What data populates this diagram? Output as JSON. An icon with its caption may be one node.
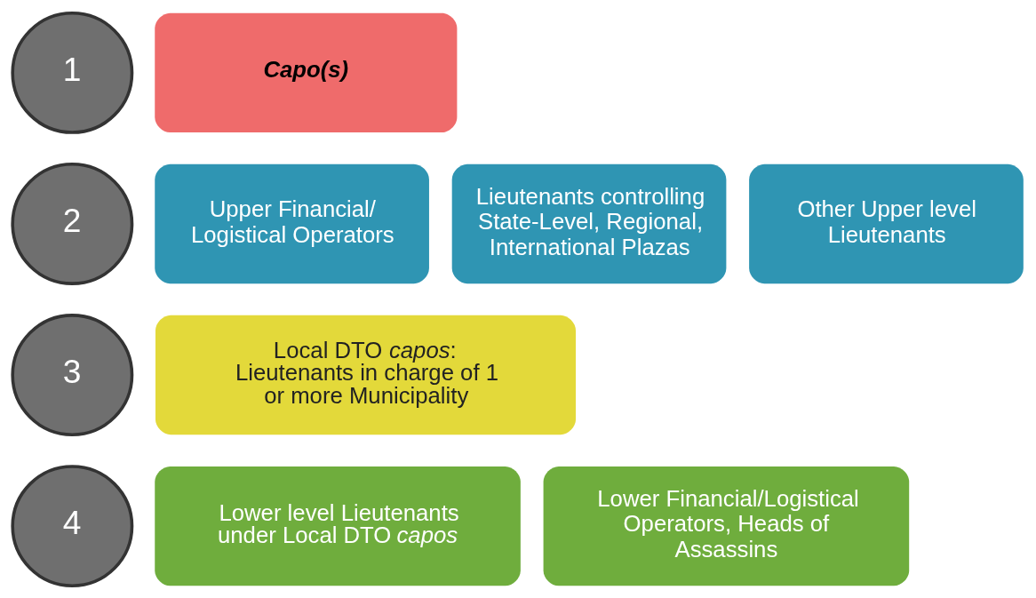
{
  "diagram": {
    "nodes": [
      {
        "text": [
          "1"
        ]
      },
      {
        "text": [
          "Capo(s)"
        ]
      },
      {
        "text": [
          "2"
        ]
      },
      {
        "text": [
          "Upper Financial/ Logistical Operators"
        ]
      },
      {
        "text": [
          "Lieutenants controlling State-Level, Regional, International Plazas"
        ]
      },
      {
        "text": [
          "Other Upper level Lieutenants"
        ]
      },
      {
        "text": [
          "3"
        ]
      },
      {
        "text": [
          "Local DTO *capos*: Lieutenants in charge of 1 or more Municipality"
        ]
      },
      {
        "text": [
          "4"
        ]
      },
      {
        "text": [
          "Lower level Lieutenants under Local DTO *capos*"
        ]
      },
      {
        "text": [
          "Lower Financial/Logistical Operators, Heads of Assassins"
        ]
      }
    ],
    "edges": []
  }
}
